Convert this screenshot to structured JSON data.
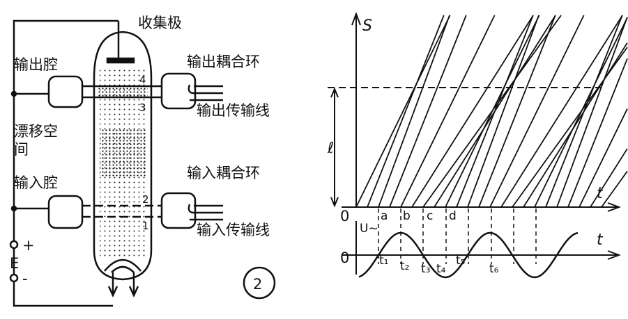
{
  "klystron": {
    "collector": "收集极",
    "output_cavity": "输出腔",
    "output_coupling_loop": "输出耦合环",
    "output_line": "输出传输线",
    "drift_space_1": "漂移空",
    "drift_space_2": "间",
    "input_cavity": "输入腔",
    "input_coupling_loop": "输入耦合环",
    "input_line": "输入传输线",
    "grid_4": "4",
    "grid_3": "3",
    "grid_2": "2",
    "grid_1": "1",
    "plus": "+",
    "supply": "E",
    "minus": "-",
    "figure_number": "2"
  },
  "diagram": {
    "axis_s": "S",
    "axis_t_top": "t",
    "axis_t_bottom": "t",
    "origin_top": "0",
    "origin_bottom": "0",
    "length": "ℓ",
    "voltage": "U~",
    "marks": [
      "a",
      "b",
      "c",
      "d"
    ],
    "times": [
      "t₁",
      "t₂",
      "t₃",
      "t₄",
      "t₅",
      "t₆"
    ]
  },
  "colors": {
    "ink": "#111111",
    "paper": "#ffffff"
  }
}
